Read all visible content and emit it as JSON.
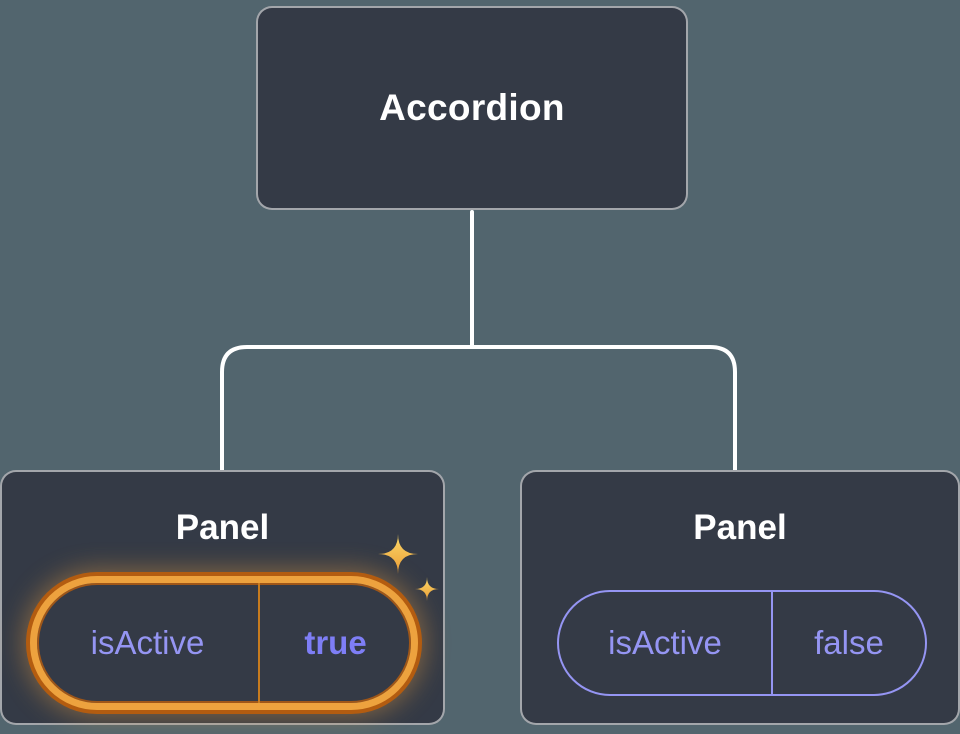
{
  "colors": {
    "background": "#52656e",
    "node_fill": "#343a46",
    "line": "#ffffff",
    "text": "#ffffff",
    "purple": "#9595f3",
    "purple_strong": "#7e7ef6",
    "orange_ring": "#eda23e",
    "orange_ring_dark": "#b35c10",
    "sparkle": "#f6c44e"
  },
  "tree": {
    "root": {
      "label": "Accordion"
    },
    "panels": [
      {
        "title": "Panel",
        "prop": "isActive",
        "value": "true",
        "highlighted": true
      },
      {
        "title": "Panel",
        "prop": "isActive",
        "value": "false",
        "highlighted": false
      }
    ]
  },
  "icons": {
    "sparkles": "sparkles-icon"
  }
}
